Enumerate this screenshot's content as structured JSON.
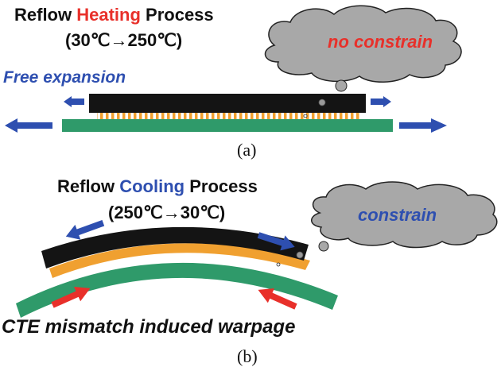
{
  "panel_a": {
    "title_prefix": "Reflow ",
    "title_highlight": "Heating",
    "title_suffix": " Process",
    "temperature_range": "(30℃→250℃)",
    "side_label": "Free expansion",
    "cloud_text": "no constrain",
    "caption": "(a)"
  },
  "panel_b": {
    "title_prefix": "Reflow ",
    "title_highlight": "Cooling",
    "title_suffix": " Process",
    "temperature_range": "(250℃→30℃)",
    "cloud_text": "constrain",
    "bottom_label": "CTE mismatch induced warpage",
    "caption": "(b)"
  },
  "colors": {
    "heating_red": "#e8302a",
    "cooling_blue": "#2e4fb0",
    "chip_black": "#141414",
    "substrate_green": "#2f9a6a",
    "solder_orange": "#f0a030",
    "cloud_gray": "#a8a8a8",
    "arrow_blue": "#2e4fb0",
    "arrow_red": "#e8302a"
  }
}
